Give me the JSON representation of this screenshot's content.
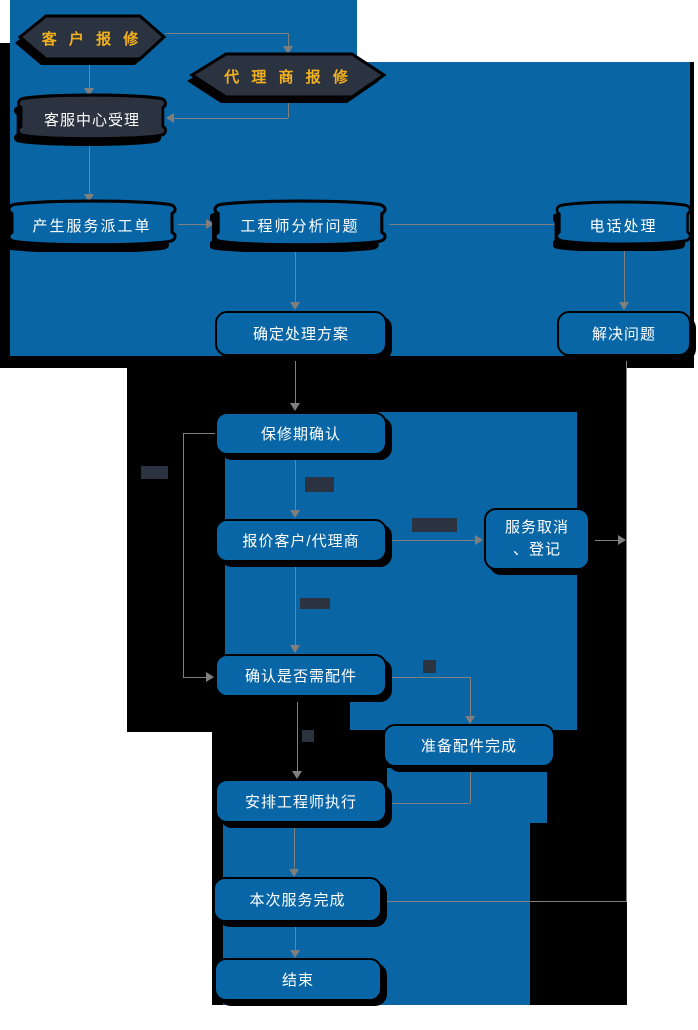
{
  "diagram": {
    "nodes": {
      "customer_report": "客 户 报 修",
      "agent_report": "代 理 商 报 修",
      "accept": "客服中心受理",
      "dispatch": "产生服务派工单",
      "analyze": "工程师分析问题",
      "phone": "电话处理",
      "plan": "确定处理方案",
      "solve": "解决问题",
      "warranty": "保修期确认",
      "quote": "报价客户/代理商",
      "cancel_line1": "服务取消",
      "cancel_line2": "、登记",
      "confirm_parts": "确认是否需配件",
      "prepare": "准备配件完成",
      "assign": "安排工程师执行",
      "complete": "本次服务完成",
      "end": "结束"
    },
    "edges": [
      {
        "from": "customer_report",
        "to": "agent_report"
      },
      {
        "from": "customer_report",
        "to": "accept"
      },
      {
        "from": "agent_report",
        "to": "accept"
      },
      {
        "from": "accept",
        "to": "dispatch"
      },
      {
        "from": "dispatch",
        "to": "analyze"
      },
      {
        "from": "analyze",
        "to": "phone"
      },
      {
        "from": "analyze",
        "to": "plan"
      },
      {
        "from": "phone",
        "to": "solve"
      },
      {
        "from": "plan",
        "to": "warranty"
      },
      {
        "from": "warranty",
        "to": "quote"
      },
      {
        "from": "warranty",
        "to": "confirm_parts"
      },
      {
        "from": "quote",
        "to": "cancel"
      },
      {
        "from": "quote",
        "to": "confirm_parts"
      },
      {
        "from": "cancel",
        "to": "right-exit"
      },
      {
        "from": "confirm_parts",
        "to": "prepare"
      },
      {
        "from": "confirm_parts",
        "to": "assign"
      },
      {
        "from": "prepare",
        "to": "assign"
      },
      {
        "from": "assign",
        "to": "complete"
      },
      {
        "from": "solve",
        "to": "complete"
      },
      {
        "from": "complete",
        "to": "end"
      }
    ],
    "colors": {
      "background_blue": "#0A65A4",
      "node_blue": "#0966A6",
      "panel_black": "#000000",
      "node_navy": "#2B3240",
      "accent_gold": "#F2B01E",
      "text_white": "#FFFFFF",
      "connector_gray": "#7F7F7F"
    }
  }
}
